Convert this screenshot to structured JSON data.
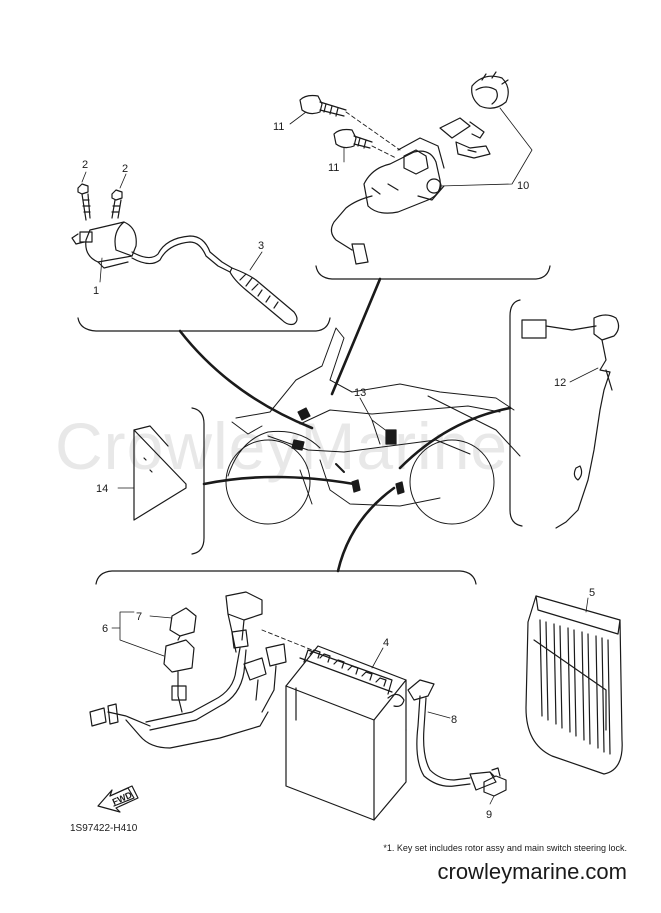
{
  "diagram": {
    "watermark": "CrowleyMarine",
    "drawing_code": "1S97422-H410",
    "footnote": "*1. Key set includes rotor assy and main switch steering lock.",
    "site_url": "crowleymarine.com",
    "fwd_label": "FWD",
    "callouts": {
      "c1": "1",
      "c2a": "2",
      "c2b": "2",
      "c3": "3",
      "c4": "4",
      "c5": "5",
      "c6": "6",
      "c7": "7",
      "c8": "8",
      "c9": "9",
      "c10": "10",
      "c11a": "11",
      "c11b": "11",
      "c12": "12",
      "c13": "13",
      "c14": "14"
    }
  }
}
